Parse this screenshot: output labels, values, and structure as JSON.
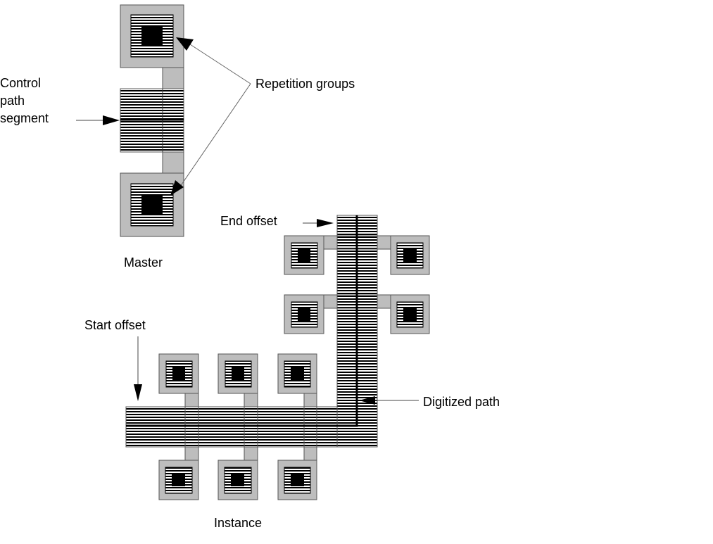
{
  "diagram": {
    "labels": {
      "control_path_segment": [
        "Control",
        "path",
        "segment"
      ],
      "repetition_groups": "Repetition groups",
      "master": "Master",
      "end_offset": "End offset",
      "start_offset": "Start offset",
      "digitized_path": "Digitized path",
      "instance": "Instance"
    },
    "colors": {
      "gray_fill": "#bdbdbd",
      "outline": "#555555",
      "black": "#000000",
      "background": "#ffffff"
    },
    "master": {
      "repetition_groups": 2,
      "control_segment": 1
    },
    "instance": {
      "vertical_branch_groups": 4,
      "horizontal_branch_groups": 6
    }
  }
}
